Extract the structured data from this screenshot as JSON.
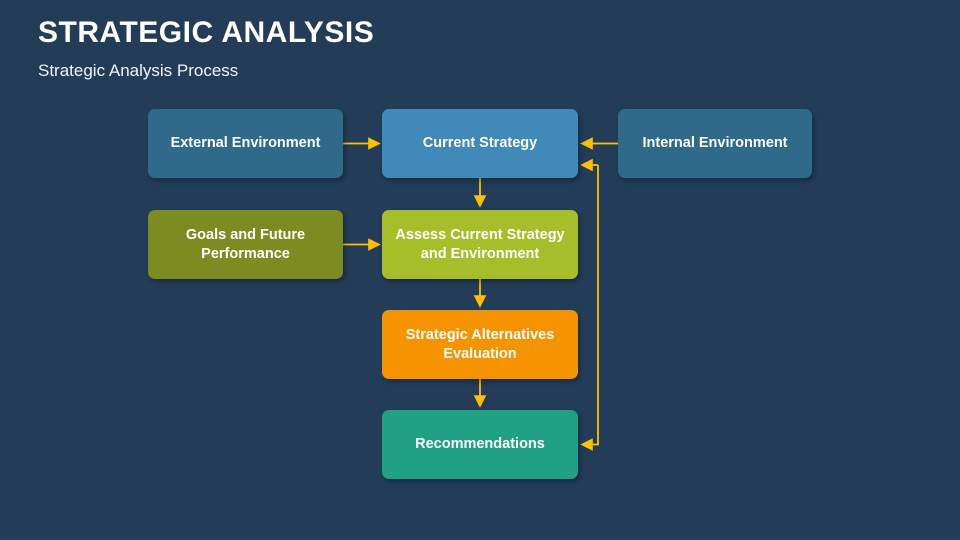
{
  "header": {
    "title": "STRATEGIC ANALYSIS",
    "subtitle": "Strategic Analysis Process"
  },
  "colors": {
    "background": "#233c58",
    "steel_blue": "#2f6a8a",
    "light_blue": "#4089b8",
    "olive": "#7d8c20",
    "yellow_green": "#a5be2a",
    "orange": "#f59400",
    "teal": "#20a184",
    "arrow": "#ffc000",
    "text": "#ffffff"
  },
  "diagram": {
    "type": "flowchart",
    "nodes": [
      {
        "id": "external",
        "label": "External Environment",
        "color": "#2f6a8a"
      },
      {
        "id": "current",
        "label": "Current Strategy",
        "color": "#4089b8"
      },
      {
        "id": "internal",
        "label": "Internal Environment",
        "color": "#2f6a8a"
      },
      {
        "id": "goals",
        "line1": "Goals and Future",
        "line2": "Performance",
        "color": "#7d8c20"
      },
      {
        "id": "assess",
        "line1": "Assess Current Strategy",
        "line2": "and Environment",
        "color": "#a5be2a"
      },
      {
        "id": "alt",
        "line1": "Strategic Alternatives",
        "line2": "Evaluation",
        "color": "#f59400"
      },
      {
        "id": "rec",
        "label": "Recommendations",
        "color": "#20a184"
      }
    ],
    "edges": [
      {
        "from": "external",
        "to": "current",
        "direction": "right"
      },
      {
        "from": "internal",
        "to": "current",
        "direction": "left"
      },
      {
        "from": "current",
        "to": "assess",
        "direction": "down"
      },
      {
        "from": "goals",
        "to": "assess",
        "direction": "right"
      },
      {
        "from": "assess",
        "to": "alt",
        "direction": "down"
      },
      {
        "from": "alt",
        "to": "rec",
        "direction": "down"
      },
      {
        "from": "current",
        "to": "rec",
        "direction": "feedback-down-left"
      },
      {
        "from": "rec",
        "to": "current",
        "direction": "feedback-up-left"
      }
    ]
  }
}
